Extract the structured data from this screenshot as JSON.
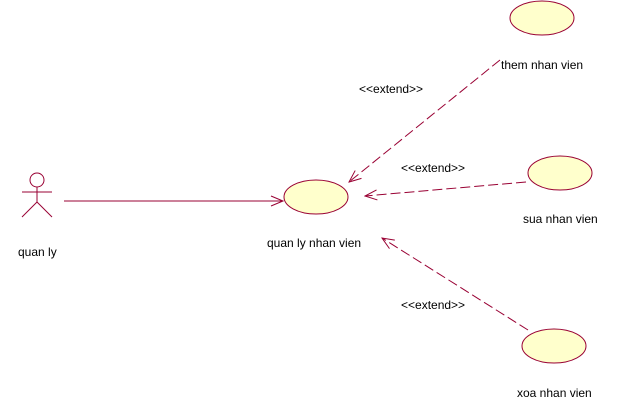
{
  "actor": {
    "name": "quan ly"
  },
  "use_cases": {
    "main": "quan ly nhan vien",
    "add": "them nhan vien",
    "edit": "sua nhan vien",
    "delete": "xoa nhan vien"
  },
  "relationships": {
    "add_stereotype": "<<extend>>",
    "edit_stereotype": "<<extend>>",
    "delete_stereotype": "<<extend>>"
  },
  "colors": {
    "line": "#990033",
    "usecase_fill": "#ffffcc",
    "usecase_stroke": "#990033",
    "text": "#000000"
  }
}
